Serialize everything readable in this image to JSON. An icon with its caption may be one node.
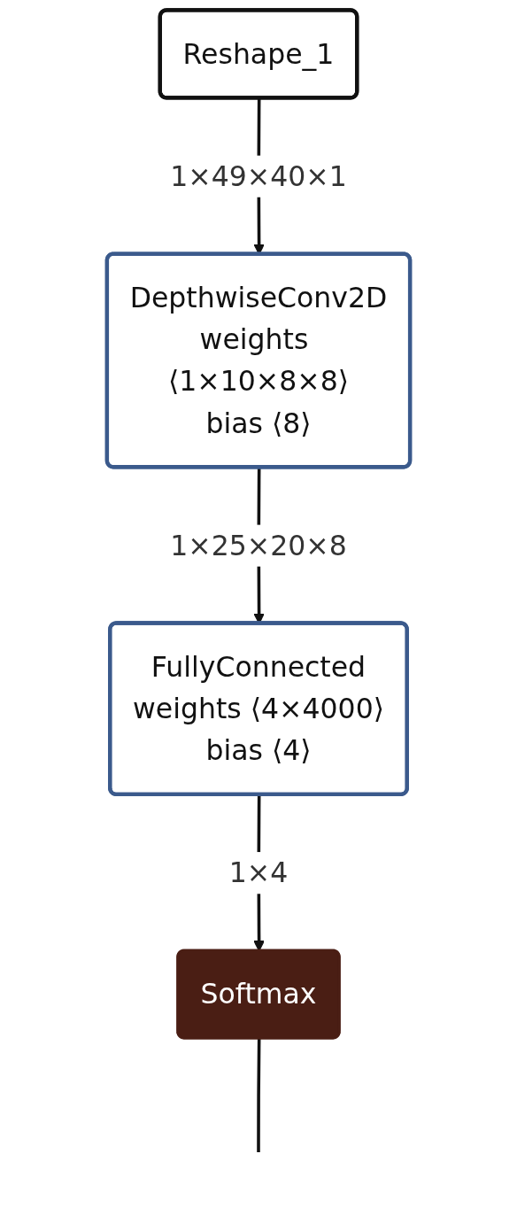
{
  "diagram": {
    "nodes": [
      {
        "text": [
          "Reshape_1"
        ]
      },
      {
        "text": [
          "DepthwiseConv2D",
          "weights ⟨1×10×8×8⟩",
          "bias ⟨8⟩"
        ]
      },
      {
        "text": [
          "FullyConnected",
          "weights ⟨4×4000⟩",
          "bias ⟨4⟩"
        ]
      },
      {
        "text": [
          "Softmax"
        ]
      }
    ],
    "edges": [
      {
        "from": 0,
        "to": 1,
        "arrow": "to",
        "label": "1×49×40×1"
      },
      {
        "from": 1,
        "to": 2,
        "arrow": "to",
        "label": "1×25×20×8"
      },
      {
        "from": 2,
        "to": 3,
        "arrow": "to",
        "label": "1×4"
      },
      {
        "from": 3,
        "to": null,
        "arrow": "none"
      }
    ]
  }
}
